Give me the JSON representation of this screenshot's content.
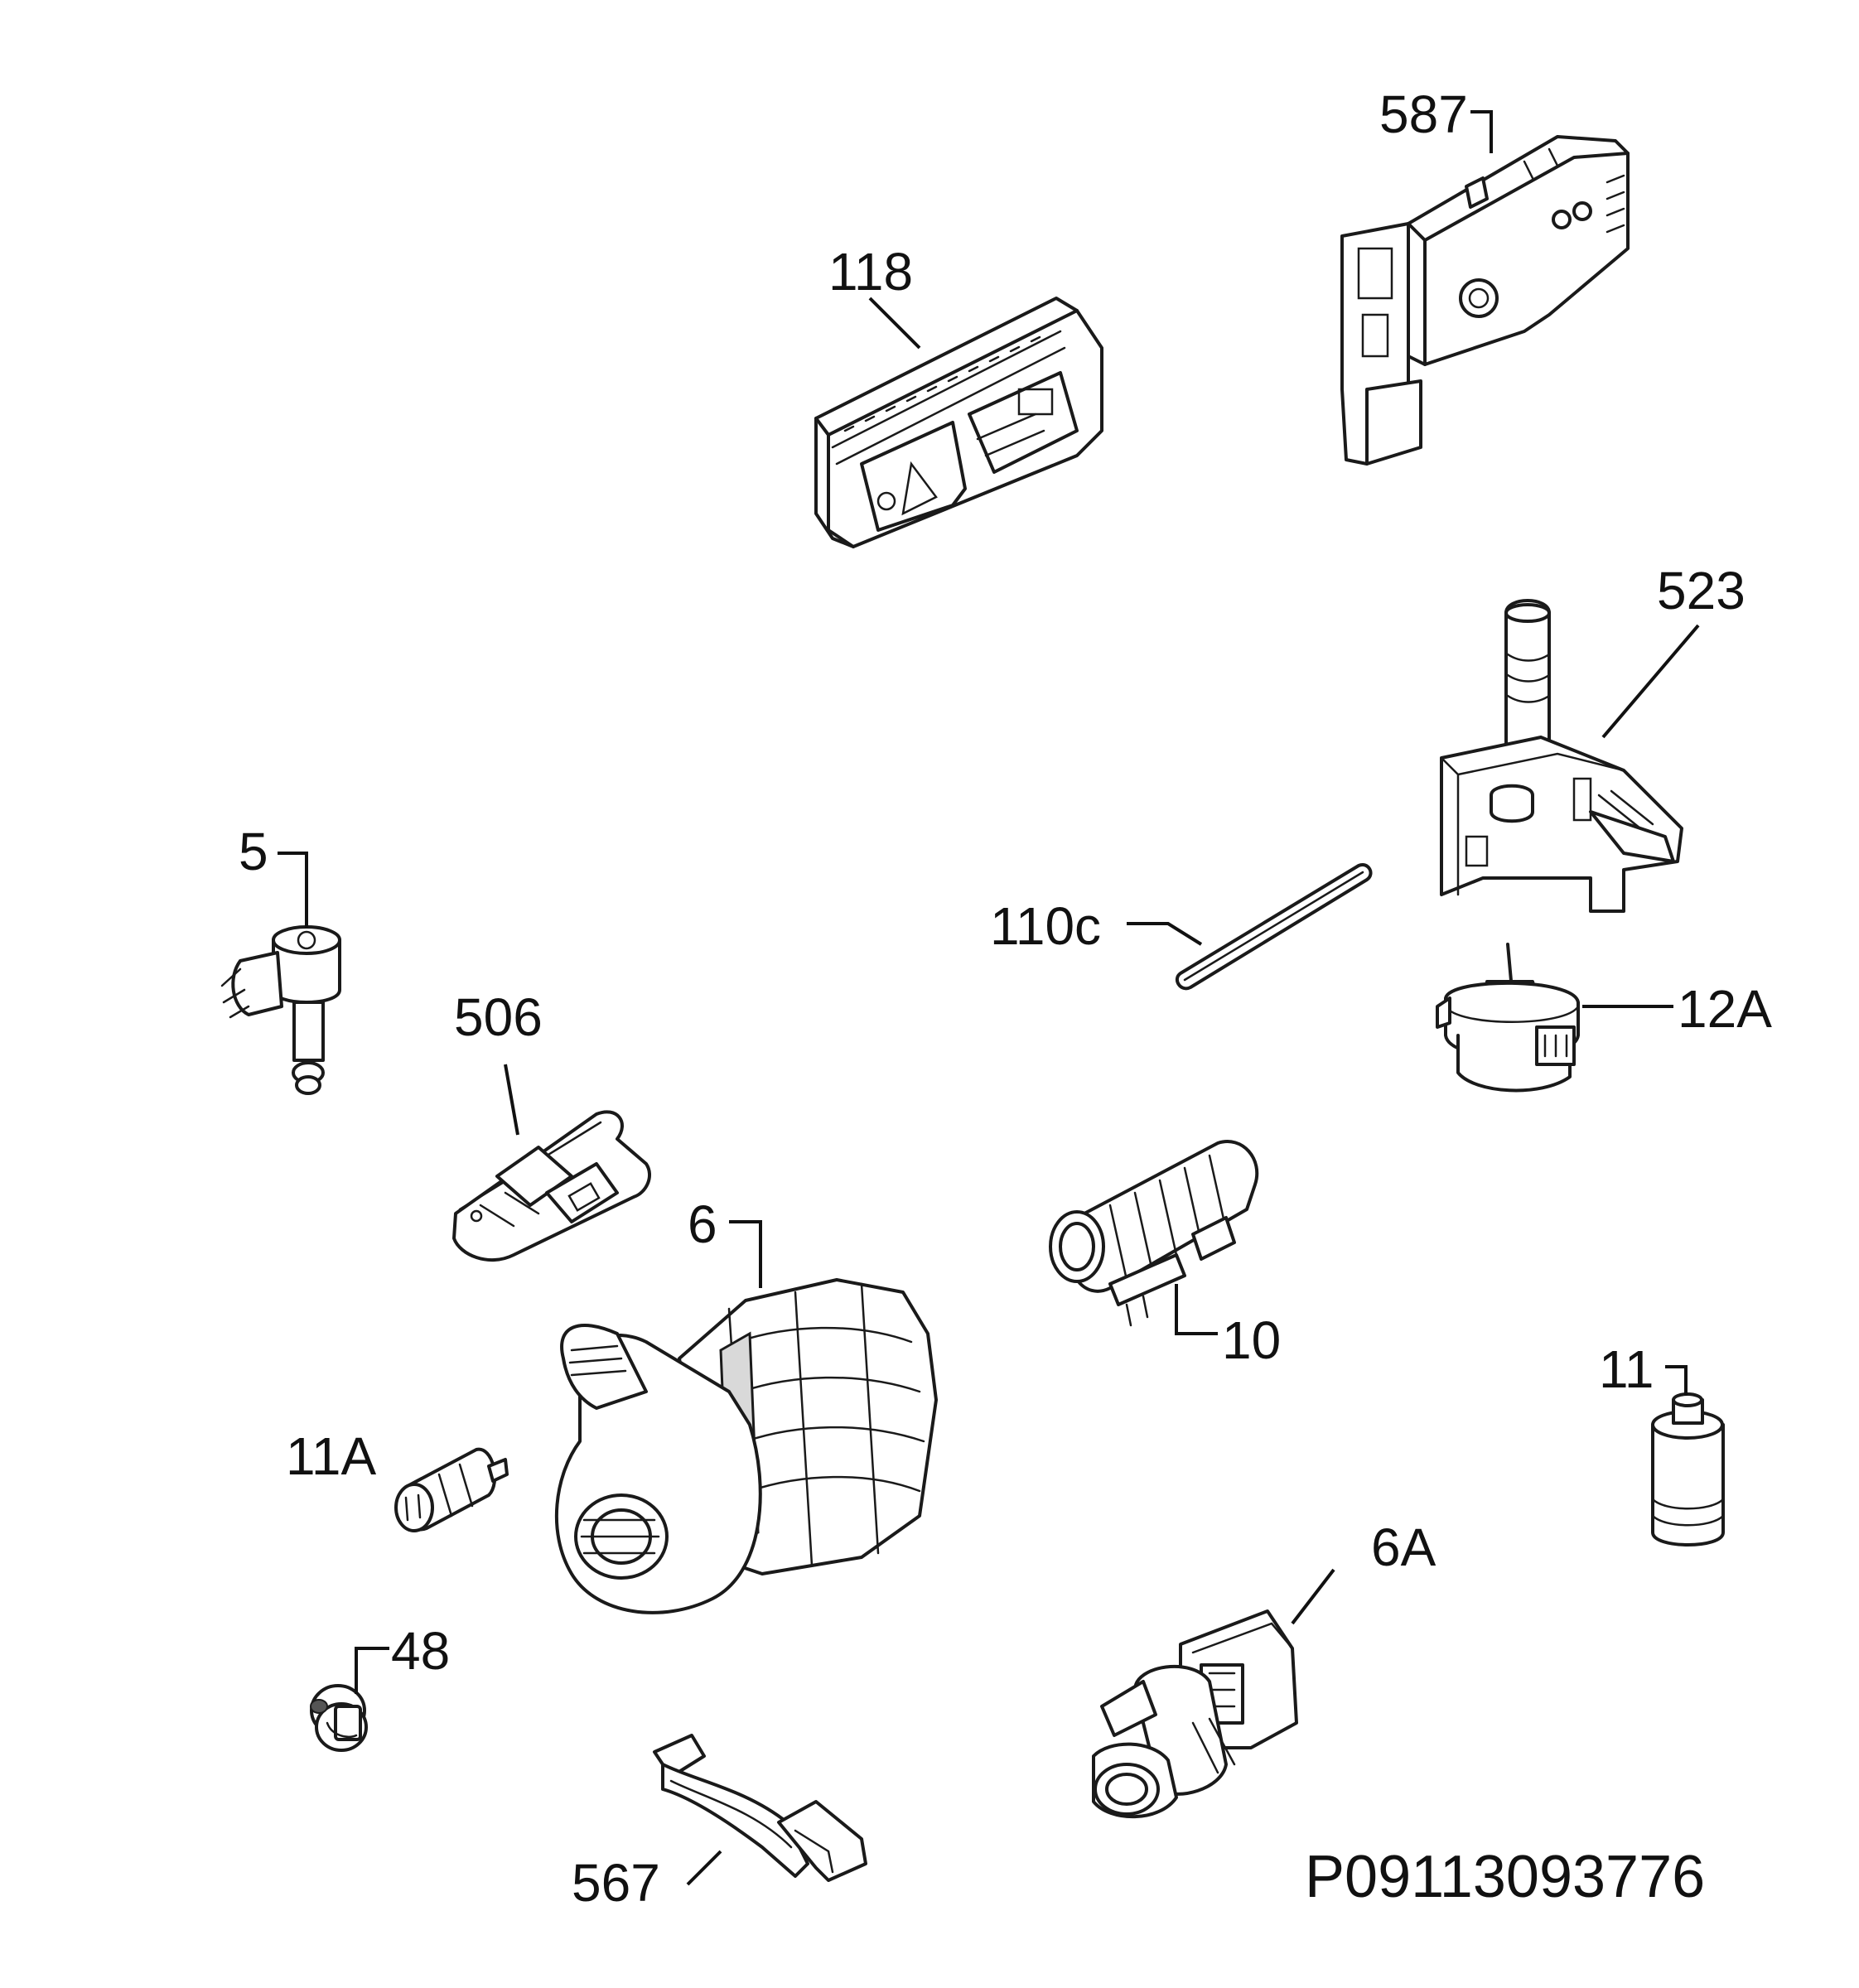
{
  "diagram": {
    "document_id": "P09113093776",
    "parts": [
      {
        "id": "587",
        "label": "587",
        "icon": "control-module-icon"
      },
      {
        "id": "118",
        "label": "118",
        "icon": "electronic-board-icon"
      },
      {
        "id": "523",
        "label": "523",
        "icon": "pressure-chamber-icon"
      },
      {
        "id": "110c",
        "label": "110c",
        "icon": "hose-icon"
      },
      {
        "id": "12A",
        "label": "12A",
        "icon": "pressure-switch-icon"
      },
      {
        "id": "5",
        "label": "5",
        "icon": "inlet-valve-icon"
      },
      {
        "id": "506",
        "label": "506",
        "icon": "bracket-icon"
      },
      {
        "id": "6",
        "label": "6",
        "icon": "circulation-pump-icon"
      },
      {
        "id": "10",
        "label": "10",
        "icon": "heater-icon"
      },
      {
        "id": "11",
        "label": "11",
        "icon": "capacitor-icon"
      },
      {
        "id": "11A",
        "label": "11A",
        "icon": "capacitor-small-icon"
      },
      {
        "id": "48",
        "label": "48",
        "icon": "sensor-icon"
      },
      {
        "id": "6A",
        "label": "6A",
        "icon": "drain-pump-icon"
      },
      {
        "id": "567",
        "label": "567",
        "icon": "cable-clamp-icon"
      }
    ]
  }
}
